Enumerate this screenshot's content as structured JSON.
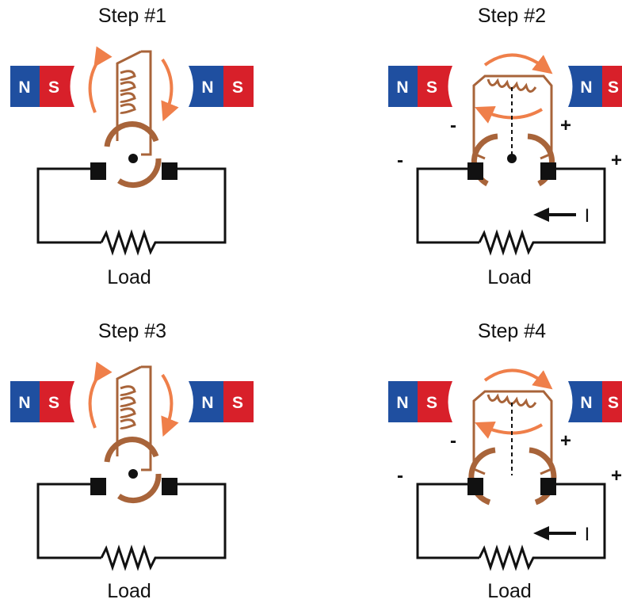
{
  "colors": {
    "north": "#1f4fa0",
    "south": "#d8202a",
    "brown": "#a8643a",
    "arrow": "#ef7f4a",
    "wire": "#111111"
  },
  "steps": [
    {
      "title": "Step #1",
      "load": "Load",
      "magnets": {
        "left": {
          "north": "N",
          "south": "S"
        },
        "right": {
          "north": "N",
          "south": "S"
        }
      },
      "polarity": null,
      "current": null
    },
    {
      "title": "Step #2",
      "load": "Load",
      "magnets": {
        "left": {
          "north": "N",
          "south": "S"
        },
        "right": {
          "north": "N",
          "south": "S"
        }
      },
      "polarity": {
        "loop_left": "-",
        "loop_right": "+",
        "circuit_left": "-",
        "circuit_right": "+"
      },
      "current": "I"
    },
    {
      "title": "Step #3",
      "load": "Load",
      "magnets": {
        "left": {
          "north": "N",
          "south": "S"
        },
        "right": {
          "north": "N",
          "south": "S"
        }
      },
      "polarity": null,
      "current": null
    },
    {
      "title": "Step #4",
      "load": "Load",
      "magnets": {
        "left": {
          "north": "N",
          "south": "S"
        },
        "right": {
          "north": "N",
          "south": "S"
        }
      },
      "polarity": {
        "loop_left": "-",
        "loop_right": "+",
        "circuit_left": "-",
        "circuit_right": "+"
      },
      "current": "I"
    }
  ]
}
